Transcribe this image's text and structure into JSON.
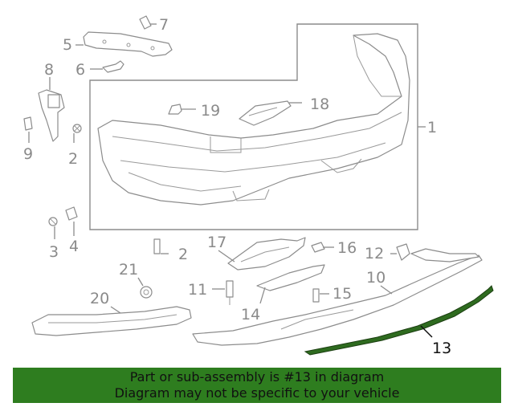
{
  "callouts": [
    {
      "id": "1",
      "text": "1"
    },
    {
      "id": "2a",
      "text": "2"
    },
    {
      "id": "2b",
      "text": "2"
    },
    {
      "id": "3",
      "text": "3"
    },
    {
      "id": "4",
      "text": "4"
    },
    {
      "id": "5",
      "text": "5"
    },
    {
      "id": "6",
      "text": "6"
    },
    {
      "id": "7",
      "text": "7"
    },
    {
      "id": "8",
      "text": "8"
    },
    {
      "id": "9",
      "text": "9"
    },
    {
      "id": "10",
      "text": "10"
    },
    {
      "id": "11",
      "text": "11"
    },
    {
      "id": "12",
      "text": "12"
    },
    {
      "id": "13",
      "text": "13"
    },
    {
      "id": "14",
      "text": "14"
    },
    {
      "id": "15",
      "text": "15"
    },
    {
      "id": "16",
      "text": "16"
    },
    {
      "id": "17",
      "text": "17"
    },
    {
      "id": "18",
      "text": "18"
    },
    {
      "id": "19",
      "text": "19"
    },
    {
      "id": "20",
      "text": "20"
    },
    {
      "id": "21",
      "text": "21"
    }
  ],
  "highlighted_part": "13",
  "colors": {
    "highlight": "#2e6b1f",
    "banner": "#2e7d1f",
    "line_art": "#8c8c8c"
  },
  "footer": {
    "line1": "Part or sub-assembly is #13 in diagram",
    "line2": "Diagram may not be specific to your vehicle"
  }
}
